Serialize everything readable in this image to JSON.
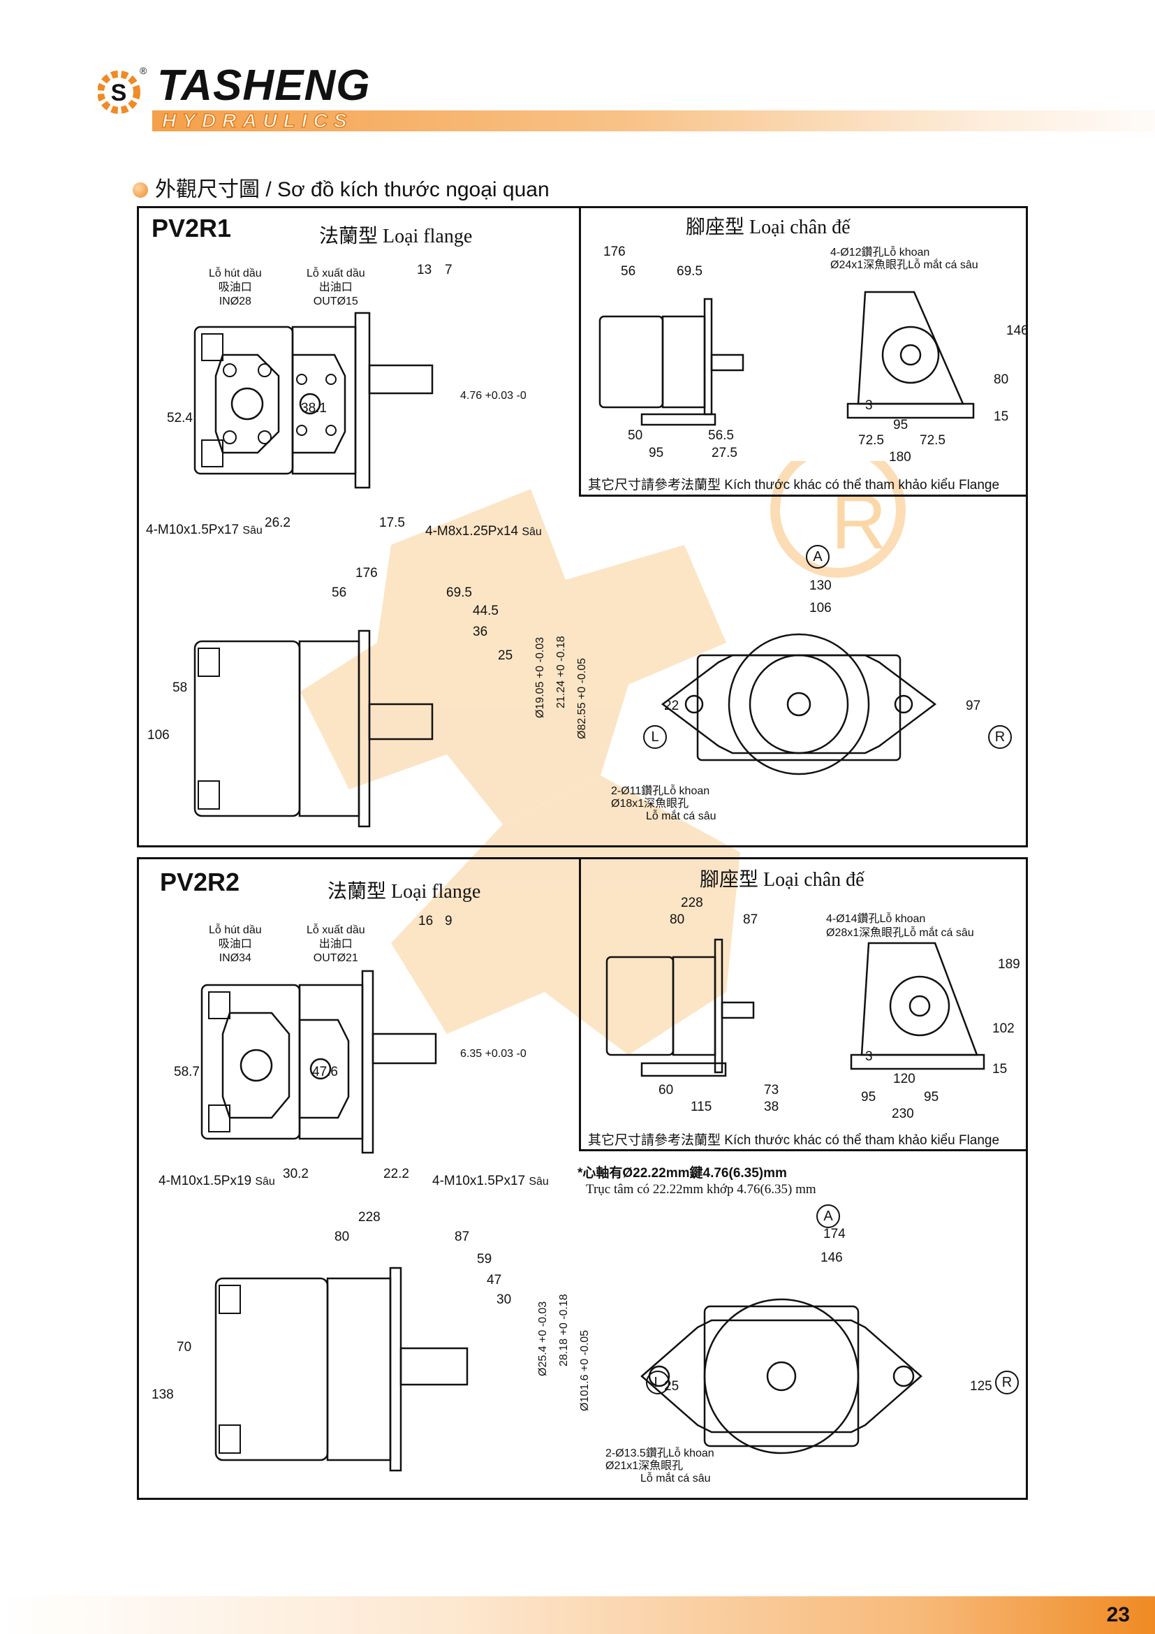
{
  "header": {
    "brand_name": "TASHENG",
    "brand_sub": "HYDRAULICS",
    "registered": "®"
  },
  "section": {
    "title": "外觀尺寸圖 / Sơ đồ kích thước ngoại quan"
  },
  "pv2r1": {
    "model": "PV2R1",
    "flange_label": "法蘭型 Loại flange",
    "foot_label": "腳座型 Loại chân đế",
    "foot_note": "其它尺寸請參考法蘭型 Kích thước khác có thể tham khảo kiểu Flange",
    "inlet": {
      "vn": "Lỗ hút dầu",
      "cn": "吸油口",
      "size": "INØ28"
    },
    "outlet": {
      "vn": "Lỗ xuất dầu",
      "cn": "出油口",
      "size": "OUTØ15"
    },
    "flange_top_dims": [
      "13",
      "7"
    ],
    "flange_front_dims": [
      "52.4",
      "38.1",
      "4.76 +0.03 -0",
      "26.2",
      "17.5"
    ],
    "flange_thread_in": "4-M10x1.5Px17",
    "flange_thread_out": "4-M8x1.25Px14",
    "sau": "Sâu",
    "foot_side_dims": [
      "176",
      "56",
      "69.5",
      "50",
      "56.5",
      "95",
      "27.5"
    ],
    "foot_front_dims": [
      "146",
      "80",
      "15",
      "3",
      "95",
      "72.5",
      "72.5",
      "180"
    ],
    "foot_holes": {
      "drill": "4-Ø12鑽孔",
      "drill_vn": "Lỗ khoan",
      "spot": "Ø24x1深魚眼孔",
      "spot_vn": "Lỗ mắt cá sâu"
    },
    "side_dims": [
      "176",
      "56",
      "69.5",
      "44.5",
      "36",
      "25",
      "58",
      "106",
      "Ø19.05 +0 -0.03",
      "21.24 +0 -0.18",
      "Ø82.55 +0 -0.05"
    ],
    "end_dims": [
      "130",
      "106",
      "22",
      "97"
    ],
    "end_holes": {
      "drill": "2-Ø11鑽孔",
      "drill_vn": "Lỗ khoan",
      "spot": "Ø18x1深魚眼孔",
      "spot_vn": "Lỗ mắt cá sâu"
    }
  },
  "pv2r2": {
    "model": "PV2R2",
    "flange_label": "法蘭型 Loại flange",
    "foot_label": "腳座型 Loại chân đế",
    "foot_note": "其它尺寸請參考法蘭型 Kích thước khác có thể tham khảo kiểu Flange",
    "inlet": {
      "vn": "Lỗ hút dầu",
      "cn": "吸油口",
      "size": "INØ34"
    },
    "outlet": {
      "vn": "Lỗ xuất dầu",
      "cn": "出油口",
      "size": "OUTØ21"
    },
    "flange_top_dims": [
      "16",
      "9"
    ],
    "flange_front_dims": [
      "58.7",
      "47.6",
      "6.35 +0.03 -0",
      "30.2",
      "22.2"
    ],
    "flange_thread_in": "4-M10x1.5Px19",
    "flange_thread_out": "4-M10x1.5Px17",
    "sau": "Sâu",
    "foot_side_dims": [
      "228",
      "80",
      "87",
      "60",
      "73",
      "115",
      "38"
    ],
    "foot_front_dims": [
      "189",
      "102",
      "15",
      "3",
      "120",
      "95",
      "95",
      "230"
    ],
    "foot_holes": {
      "drill": "4-Ø14鑽孔",
      "drill_vn": "Lỗ khoan",
      "spot": "Ø28x1深魚眼孔",
      "spot_vn": "Lỗ mắt cá sâu"
    },
    "shaft_note_cn": "*心軸有Ø22.22mm鍵4.76(6.35)mm",
    "shaft_note_vn": "Trục tâm có 22.22mm khớp 4.76(6.35) mm",
    "side_dims": [
      "228",
      "80",
      "87",
      "59",
      "47",
      "30",
      "70",
      "138",
      "Ø25.4 +0 -0.03",
      "28.18 +0 -0.18",
      "Ø101.6 +0 -0.05"
    ],
    "end_dims": [
      "174",
      "146",
      "25",
      "125"
    ],
    "end_holes": {
      "drill": "2-Ø13.5鑽孔",
      "drill_vn": "Lỗ khoan",
      "spot": "Ø21x1深魚眼孔",
      "spot_vn": "Lỗ mắt cá sâu"
    }
  },
  "markers": {
    "a": "A",
    "l": "L",
    "r": "R"
  },
  "footer": {
    "page": "23"
  },
  "colors": {
    "accent": "#f08a24",
    "watermark": "#fbe0bb"
  }
}
